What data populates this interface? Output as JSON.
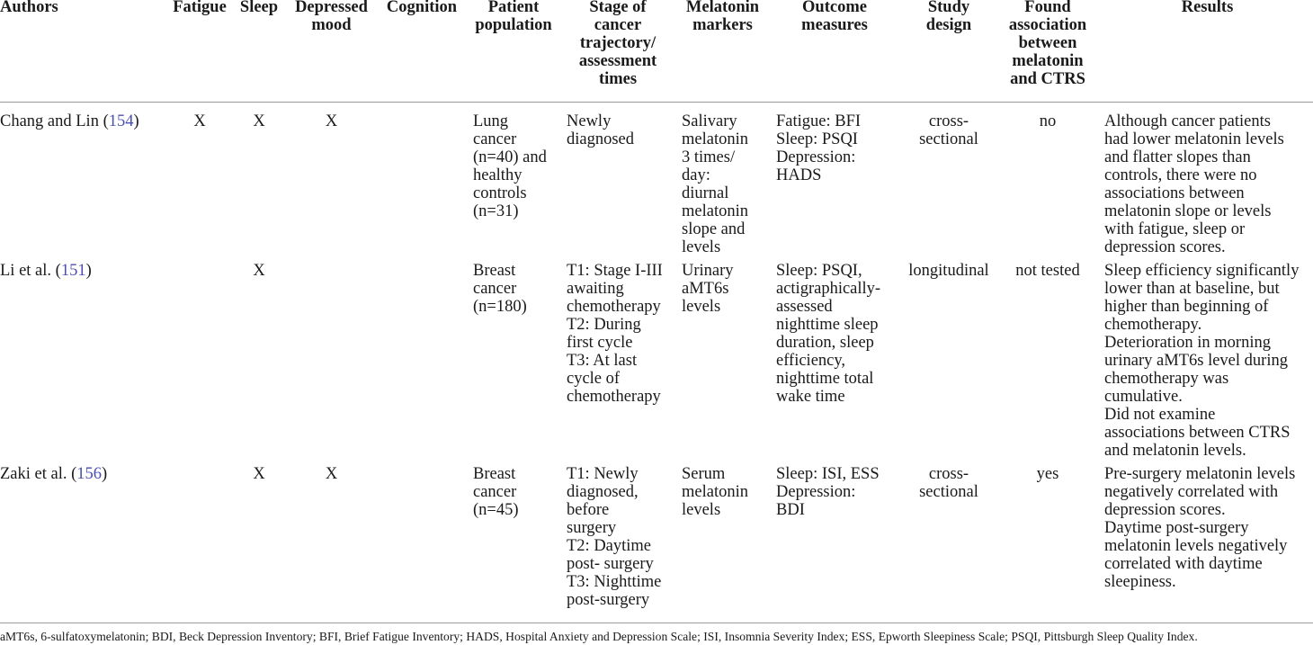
{
  "headers": {
    "authors": "Authors",
    "fatigue": "Fatigue",
    "sleep": "Sleep",
    "depressed_mood": "Depressed\nmood",
    "cognition": "Cognition",
    "patient_population": "Patient\npopulation",
    "stage": "Stage of\ncancer\ntrajectory/\nassessment\ntimes",
    "melatonin_markers": "Melatonin\nmarkers",
    "outcome_measures": "Outcome\nmeasures",
    "study_design": "Study\ndesign",
    "found_association": "Found\nassociation\nbetween\nmelatonin\nand CTRS",
    "results": "Results"
  },
  "rows": [
    {
      "authors": "Chang and Lin (",
      "ref": "154",
      "ref_close": ")",
      "fatigue": "X",
      "sleep": "X",
      "depressed_mood": "X",
      "cognition": "",
      "population": "Lung\ncancer\n(n=40) and\nhealthy\ncontrols\n(n=31)",
      "stage": "Newly\ndiagnosed",
      "markers": "Salivary\nmelatonin\n3 times/\nday:\ndiurnal\nmelatonin\nslope and\nlevels",
      "outcomes": "Fatigue: BFI\nSleep: PSQI\nDepression:\nHADS",
      "design": "cross-\nsectional",
      "association": "no",
      "results": "Although cancer patients\nhad lower melatonin levels\nand flatter slopes than\ncontrols, there were no\nassociations between\nmelatonin slope or levels\nwith fatigue, sleep or\ndepression scores."
    },
    {
      "authors": "Li et al. (",
      "ref": "151",
      "ref_close": ")",
      "fatigue": "",
      "sleep": "X",
      "depressed_mood": "",
      "cognition": "",
      "population": "Breast\ncancer\n(n=180)",
      "stage": "T1: Stage I-III\nawaiting\nchemotherapy\nT2: During\nfirst cycle\nT3: At last\ncycle of\nchemotherapy",
      "markers": "Urinary\naMT6s\nlevels",
      "outcomes": "Sleep: PSQI,\nactigraphically-\nassessed\nnighttime sleep\nduration, sleep\nefficiency,\nnighttime total\nwake time",
      "design": "longitudinal",
      "association": "not tested",
      "results": "Sleep efficiency significantly\nlower than at baseline, but\nhigher than beginning of\nchemotherapy.\nDeterioration in morning\nurinary aMT6s level during\nchemotherapy was\ncumulative.\nDid not examine\nassociations between CTRS\nand melatonin levels."
    },
    {
      "authors": "Zaki et al. (",
      "ref": "156",
      "ref_close": ")",
      "fatigue": "",
      "sleep": "X",
      "depressed_mood": "X",
      "cognition": "",
      "population": "Breast\ncancer\n(n=45)",
      "stage": "T1: Newly\ndiagnosed,\nbefore\nsurgery\nT2: Daytime\npost- surgery\nT3: Nighttime\npost-surgery",
      "markers": "Serum\nmelatonin\nlevels",
      "outcomes": "Sleep: ISI, ESS\nDepression:\nBDI",
      "design": "cross-\nsectional",
      "association": "yes",
      "results": "Pre-surgery melatonin levels\nnegatively correlated with\ndepression scores.\nDaytime post-surgery\nmelatonin levels negatively\ncorrelated with daytime\nsleepiness."
    }
  ],
  "footnote": "aMT6s, 6-sulfatoxymelatonin; BDI, Beck Depression Inventory; BFI, Brief Fatigue Inventory; HADS, Hospital Anxiety and Depression Scale; ISI, Insomnia Severity Index; ESS, Epworth Sleepiness Scale; PSQI, Pittsburgh Sleep Quality Index.",
  "colors": {
    "ref_link": "#4a4fb0",
    "rule": "#9a9a9a"
  }
}
